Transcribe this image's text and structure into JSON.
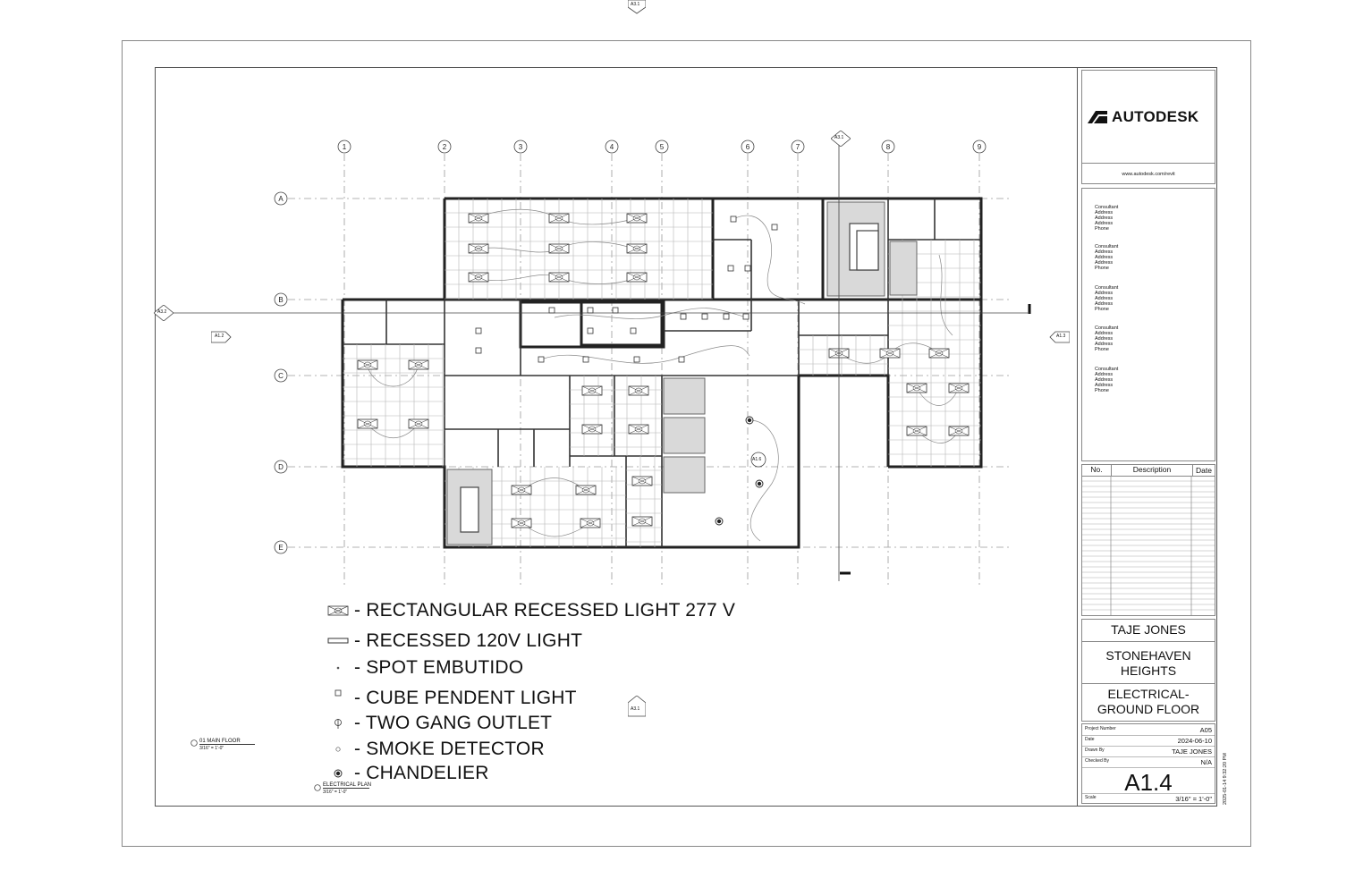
{
  "grid": {
    "columns": [
      "1",
      "2",
      "3",
      "4",
      "5",
      "6",
      "7",
      "8",
      "9"
    ],
    "rows": [
      "A",
      "B",
      "C",
      "D",
      "E"
    ]
  },
  "section_marks": {
    "left": "A3.2",
    "left_inner": "A1.2",
    "right": "A1.3",
    "top": "A3.1",
    "top_cut": "A3.1",
    "bottom": "A3.1",
    "center": "A1.6"
  },
  "view_titles": {
    "main_floor": {
      "name": "01 MAIN FLOOR",
      "scale": "3/16\" = 1'-0\""
    },
    "electrical_plan": {
      "name": "ELECTRICAL PLAN",
      "scale": "3/16\" = 1'-0\""
    }
  },
  "legend": [
    {
      "symbol": "rect-recessed-icon",
      "label": "- RECTANGULAR RECESSED LIGHT 277 V"
    },
    {
      "symbol": "recessed-120v-icon",
      "label": "- RECESSED 120V LIGHT"
    },
    {
      "symbol": "spot-icon",
      "label": "- SPOT EMBUTIDO"
    },
    {
      "symbol": "cube-pendant-icon",
      "label": "- CUBE PENDENT LIGHT"
    },
    {
      "symbol": "outlet-icon",
      "label": "- TWO GANG OUTLET"
    },
    {
      "symbol": "smoke-icon",
      "label": "- SMOKE DETECTOR"
    },
    {
      "symbol": "chandelier-icon",
      "label": "- CHANDELIER"
    }
  ],
  "title_block": {
    "brand": "AUTODESK",
    "website": "www.autodesk.com/revit",
    "consultants": [
      [
        "Consultant",
        "Address",
        "Address",
        "Address",
        "Phone"
      ],
      [
        "Consultant",
        "Address",
        "Address",
        "Address",
        "Phone"
      ],
      [
        "Consultant",
        "Address",
        "Address",
        "Address",
        "Phone"
      ],
      [
        "Consultant",
        "Address",
        "Address",
        "Address",
        "Phone"
      ],
      [
        "Consultant",
        "Address",
        "Address",
        "Address",
        "Phone"
      ]
    ],
    "revisions": {
      "no": "No.",
      "description": "Description",
      "date": "Date"
    },
    "owner": "TAJE JONES",
    "project": "STONEHAVEN HEIGHTS",
    "sheet_title": "ELECTRICAL- GROUND FLOOR",
    "info": [
      {
        "key": "Project Number",
        "value": "A05"
      },
      {
        "key": "Date",
        "value": "2024-06-10"
      },
      {
        "key": "Drawn By",
        "value": "TAJE JONES"
      },
      {
        "key": "Checked By",
        "value": "N/A"
      }
    ],
    "sheet_number": "A1.4",
    "scale_key": "Scale",
    "scale_value": "3/16\" = 1'-0\"",
    "timestamp": "2025-01-14 9:32:20 PM"
  },
  "colors": {
    "line": "#444444",
    "grid": "#9a9a9a",
    "wall": "#222222",
    "hatch": "#777777"
  }
}
